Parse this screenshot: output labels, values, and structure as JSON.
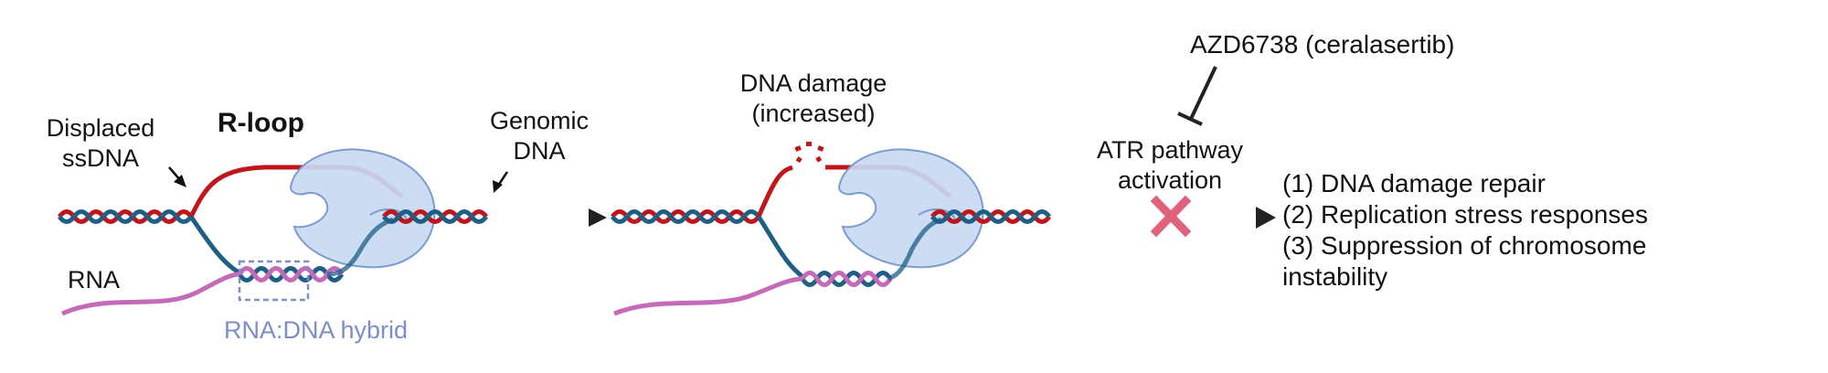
{
  "labels": {
    "displaced_ssdna_line1": "Displaced",
    "displaced_ssdna_line2": "ssDNA",
    "r_loop": "R-loop",
    "genomic_dna_line1": "Genomic",
    "genomic_dna_line2": "DNA",
    "rna": "RNA",
    "rna_dna_hybrid": "RNA:DNA hybrid",
    "dna_damage_line1": "DNA damage",
    "dna_damage_line2": "(increased)",
    "inhibitor": "AZD6738 (ceralasertib)",
    "atr_line1": "ATR pathway",
    "atr_line2": "activation"
  },
  "outcomes": [
    "(1) DNA damage repair",
    "(2) Replication stress responses",
    "(3) Suppression of chromosome",
    "instability"
  ],
  "colors": {
    "dna_red": "#c0151b",
    "dna_blue": "#1f5f86",
    "rna_pink": "#c46ab8",
    "polymerase_fill": "#c8d9f2",
    "polymerase_stroke": "#7c9bd0",
    "hybrid_box": "#7b8ec8",
    "arrow": "#222222",
    "inhibit_cross": "#e0627a"
  }
}
